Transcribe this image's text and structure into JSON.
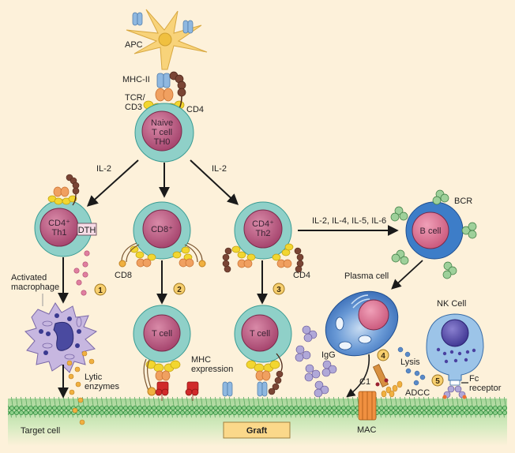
{
  "diagram": {
    "title": "Mechanisms of graft rejection",
    "labels": {
      "apc": "APC",
      "mhc_ii": "MHC-II",
      "tcr_line1": "TCR/",
      "tcr_line2": "CD3",
      "cd4_top": "CD4",
      "naive_line1": "Naive",
      "naive_line2": "T cell",
      "naive_line3": "TH0",
      "il2_left": "IL-2",
      "il2_right": "IL-2",
      "th1_line1": "CD4⁺",
      "th1_line2": "Th1",
      "dth": "DTH",
      "cd8_cell": "CD8⁺",
      "th2_line1": "CD4⁺",
      "th2_line2": "Th2",
      "cd8_label": "CD8",
      "cd4_label": "CD4",
      "cytokines": "IL-2, IL-4, IL-5, IL-6",
      "b_cell": "B cell",
      "bcr": "BCR",
      "plasma_cell": "Plasma cell",
      "activated_macrophage_line1": "Activated",
      "activated_macrophage_line2": "macrophage",
      "t_cell_1": "T cell",
      "t_cell_2": "T cell",
      "mhc_expr_line1": "MHC",
      "mhc_expr_line2": "expression",
      "lytic_line1": "Lytic",
      "lytic_line2": "enzymes",
      "igg": "IgG",
      "c1": "C1",
      "lysis": "Lysis",
      "adcc": "ADCC",
      "nk_cell": "NK Cell",
      "fc_line1": "Fc",
      "fc_line2": "receptor",
      "mac": "MAC",
      "target_cell": "Target cell",
      "graft": "Graft"
    },
    "steps": [
      "1",
      "2",
      "3",
      "4",
      "5"
    ],
    "colors": {
      "background": "#fdf1da",
      "t_cell_cytoplasm": "#8fd0c8",
      "t_cell_nucleus": "#b4507a",
      "b_cell_cytoplasm": "#3d7dc8",
      "b_cell_nucleus": "#d46a8a",
      "macrophage": "#c7b7e0",
      "nk_cell": "#9cc4e8",
      "membrane": "#5cb46a",
      "graft_label_bg": "#fbd88a",
      "step_badge": "#f7cf6e",
      "mhc_ii": "#8fb8e0",
      "mhc_i": "#d02a2a",
      "tcr": "#f0a060",
      "cd3": "#f2d630",
      "cd4": "#6b3d2e"
    }
  }
}
